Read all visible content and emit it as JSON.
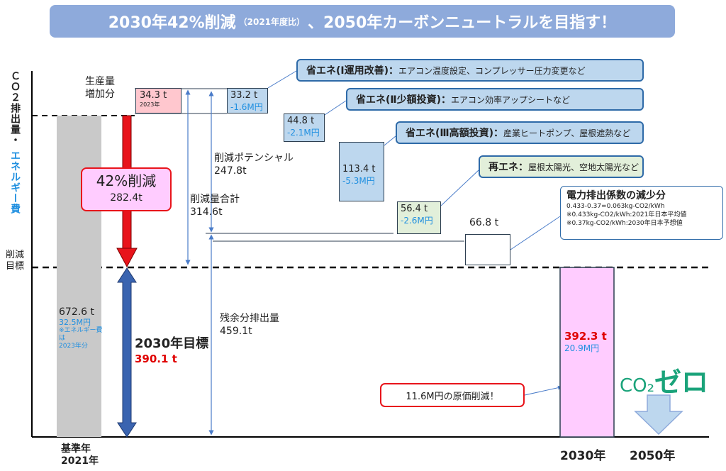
{
  "title": {
    "main1": "2030年42%削減",
    "sub": "（2021年度比）",
    "main2": "、2050年カーボンニュートラルを目指す！"
  },
  "yaxis": {
    "co2": "ＣＯ２排出量・",
    "energy": "エネルギー費"
  },
  "target_label": "削減目標",
  "base": {
    "value": "672.6 t",
    "cost": "32.5M円",
    "note1": "※エネルギー費は",
    "note2": "2023年分",
    "label1": "基準年",
    "label2": "2021年"
  },
  "reduction": {
    "title": "42%削減",
    "value": "282.4t"
  },
  "target2030": {
    "title": "2030年目標",
    "value": "390.1 t"
  },
  "production": {
    "label1": "生産量",
    "label2": "増加分",
    "value": "34.3 t",
    "year": "2023年"
  },
  "steps": [
    {
      "value": "33.2 t",
      "cost": "-1.6M円"
    },
    {
      "value": "44.8 t",
      "cost": "-2.1M円"
    },
    {
      "value": "113.4 t",
      "cost": "-5.3M円"
    },
    {
      "value": "56.4 t",
      "cost": "-2.6M円"
    },
    {
      "value": "66.8 t",
      "cost": ""
    }
  ],
  "callouts": [
    {
      "title": "省エネ(Ⅰ運用改善)：",
      "note": "エアコン温度設定、コンプレッサー圧力変更など"
    },
    {
      "title": "省エネ(Ⅱ少額投資)：",
      "note": "エアコン効率アップシートなど"
    },
    {
      "title": "省エネ(Ⅲ高額投資)：",
      "note": "産業ヒートポンプ、屋根遮熱など"
    },
    {
      "title": "再エネ：",
      "note": "屋根太陽光、空地太陽光など"
    }
  ],
  "emission_factor": {
    "title": "電力排出係数の減少分",
    "line1": "0.433-0.37=0.063kg-CO2/kWh",
    "line2": "※0.433kg-CO2/kWh:2021年日本平均値",
    "line3": "※0.37kg-CO2/kWh:2030年日本予想値"
  },
  "potential": {
    "label": "削減ポテンシャル",
    "value": "247.8t"
  },
  "total": {
    "label": "削減量合計",
    "value": "314.6t"
  },
  "residual": {
    "label": "残余分排出量",
    "value": "459.1t"
  },
  "result2030": {
    "value": "392.3 t",
    "cost": "20.9M円",
    "label": "2030年"
  },
  "cost_reduction": "11.6M円の原価削減！",
  "zero": {
    "co2": "CO₂",
    "text": "ゼロ",
    "label": "2050年"
  },
  "colors": {
    "banner": "#8eaadb",
    "bar_base": "#c9c9c9",
    "bar_2030": "#ffccff",
    "arrow_red": "#e8141b",
    "arrow_blue": "#3a64b0",
    "step_fill": "#bdd7ee",
    "renew_fill": "#e2efda",
    "zero_green": "#1aa37a"
  }
}
